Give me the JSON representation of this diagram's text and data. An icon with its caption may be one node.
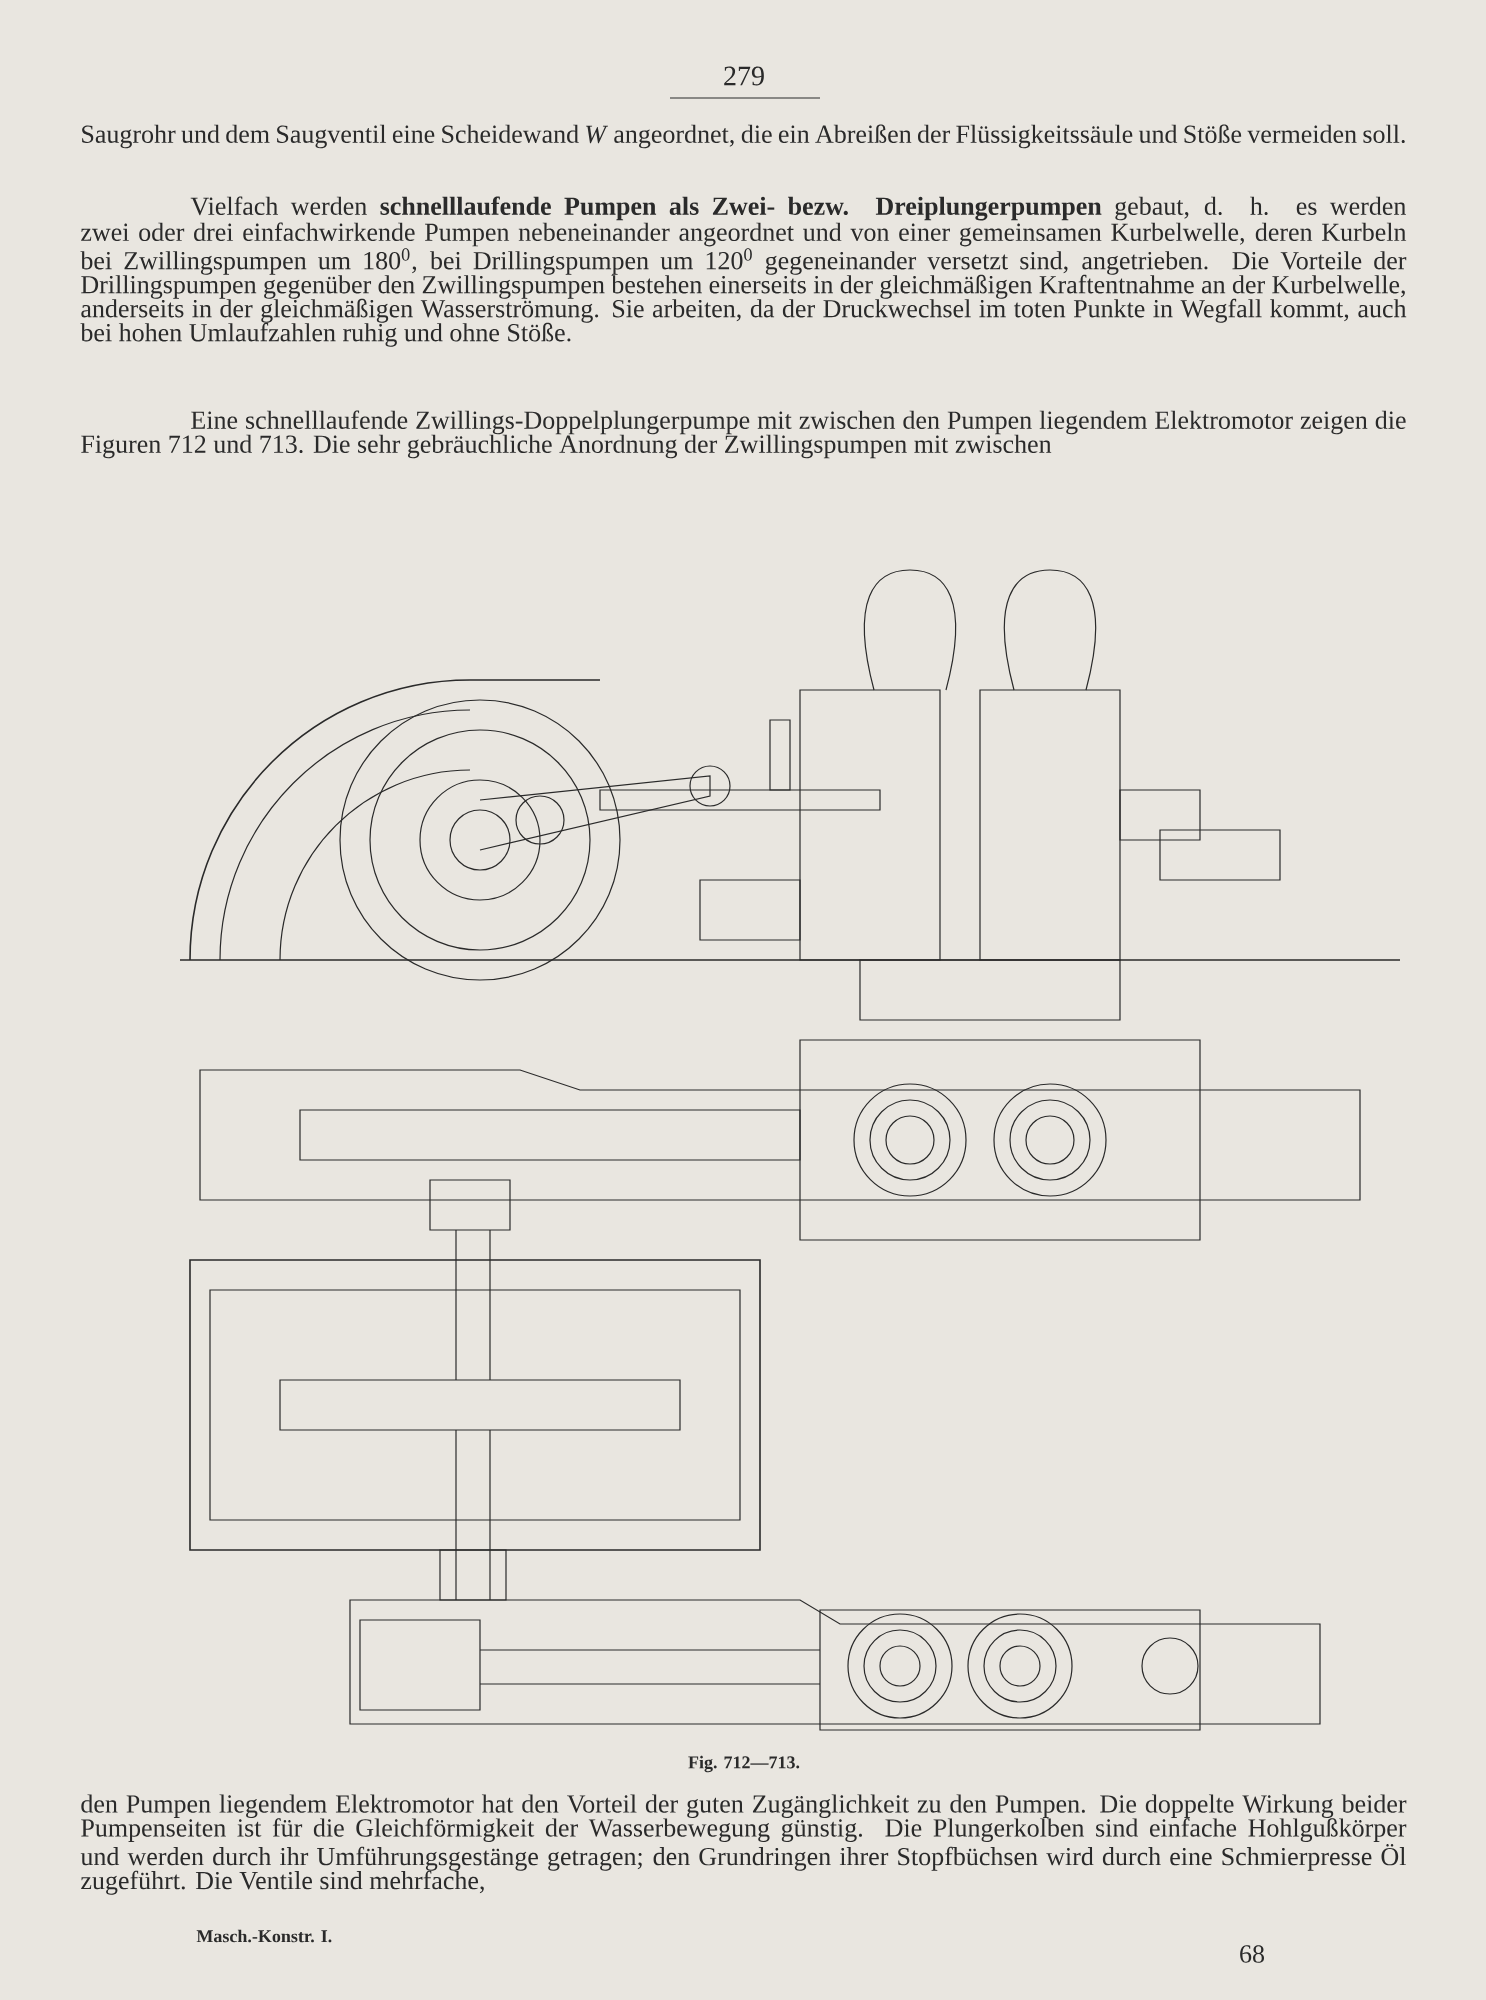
{
  "diagram": {
    "caption": "Fig. 712—713.",
    "labels": [
      "279",
      "Saugrohr und dem Saugventil eine Scheidewand *W* angeordnet, die ein Abreißen der Flüssigkeitssäule und Stöße vermeiden soll.",
      "Vielfach werden **schnelllaufende Pumpen als Zwei- bezw. Dreiplungerpumpen** gebaut, d. h. es werden zwei oder drei einfachwirkende Pumpen nebeneinander angeordnet und von einer gemeinsamen Kurbelwelle, deren Kurbeln bei Zwillingspumpen um 180$^{0}$, bei Drillingspumpen um 120$^{0}$ gegeneinander versetzt sind, angetrieben. Die Vorteile der Drillingspumpen gegenüber den Zwillingspumpen bestehen einerseits in der gleichmäßigen Kraftentnahme an der Kurbelwelle, anderseits in der gleichmäßigen Wasserströmung. Sie arbeiten, da der Druckwechsel im toten Punkte in Wegfall kommt, auch bei hohen Umlaufzahlen ruhig und ohne Stöße.",
      "Eine schnelllaufende Zwillings-Doppelplungerpumpe mit zwischen den Pumpen liegendem Elektromotor zeigen die Figuren 712 und 713. Die sehr gebräuchliche Anordnung der Zwillingspumpen mit zwischen",
      "den Pumpen liegendem Elektromotor hat den Vorteil der guten Zugänglichkeit zu den Pumpen. Die doppelte Wirkung beider Pumpenseiten ist für die Gleichförmigkeit der Wasserbewegung günstig. Die Plungerkolben sind einfache Hohlgußkörper und werden durch ihr Umführungsgestänge getragen; den Grundringen ihrer Stopfbüchsen wird durch eine Schmierpresse Öl zugeführt. Die Ventile sind mehrfache,",
      "Masch.-Konstr. I.",
      "68"
    ]
  }
}
